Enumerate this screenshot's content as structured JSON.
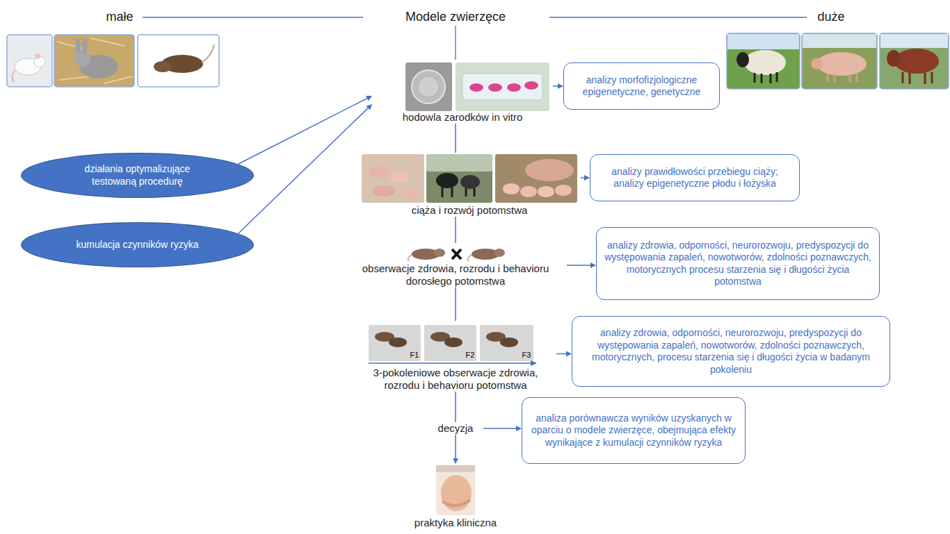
{
  "diagram": {
    "title": "Modele zwierzęce",
    "nodes": [
      {
        "text": [
          "hodowla zarodków in vitro"
        ]
      },
      {
        "text": [
          "analizy morfofizjologiczne epigenetyczne, genetyczne"
        ]
      },
      {
        "text": [
          "działania optymalizujące testowaną procedurę"
        ]
      },
      {
        "text": [
          "kumulacja czynników ryzyka"
        ]
      },
      {
        "text": [
          "ciąża i rozwój potomstwa"
        ]
      },
      {
        "text": [
          "analizy prawidłowości przebiegu ciąży; analizy epigenetyczne płodu i łożyska"
        ]
      },
      {
        "text": [
          "obserwacje zdrowia, rozrodu i behavioru dorosłego potomstwa"
        ]
      },
      {
        "text": [
          "analizy zdrowia, odporności, neurorozwoju, predyspozycji do występowania zapaleń, nowotworów, zdolności poznawczych, motorycznych procesu starzenia się i długości życia potomstwa"
        ]
      },
      {
        "text": [
          "3-pokoleniowe obserwacje zdrowia, rozrodu i behavioru potomstwa"
        ]
      },
      {
        "text": [
          "analizy zdrowia, odporności, neurorozwoju, predyspozycji do występowania zapaleń, nowotworów, zdolności poznawczych, motorycznych, procesu starzenia się i długości życia w badanym pokoleniu"
        ]
      },
      {
        "text": [
          "decyzja"
        ]
      },
      {
        "text": [
          "analiza porównawcza wyników uzyskanych w oparciu o modele zwierzęce, obejmująca efekty wynikające z kumulacji czynników ryzyka"
        ]
      },
      {
        "text": [
          "praktyka kliniczna"
        ]
      }
    ],
    "edges": [
      {
        "from": 0,
        "to": 1,
        "arrow": "to"
      },
      {
        "from": 2,
        "to": 0,
        "arrow": "to"
      },
      {
        "from": 3,
        "to": 0,
        "arrow": "to"
      },
      {
        "from": 0,
        "to": 4,
        "arrow": "none"
      },
      {
        "from": 4,
        "to": 5,
        "arrow": "to"
      },
      {
        "from": 4,
        "to": 6,
        "arrow": "none"
      },
      {
        "from": 6,
        "to": 7,
        "arrow": "to"
      },
      {
        "from": 6,
        "to": 8,
        "arrow": "none"
      },
      {
        "from": 8,
        "to": 9,
        "arrow": "to"
      },
      {
        "from": 8,
        "to": 10,
        "arrow": "none"
      },
      {
        "from": 10,
        "to": 11,
        "arrow": "to"
      },
      {
        "from": 10,
        "to": 12,
        "arrow": "to"
      }
    ],
    "labels": [
      "małe",
      "duże",
      "F1",
      "F2",
      "F3"
    ]
  }
}
